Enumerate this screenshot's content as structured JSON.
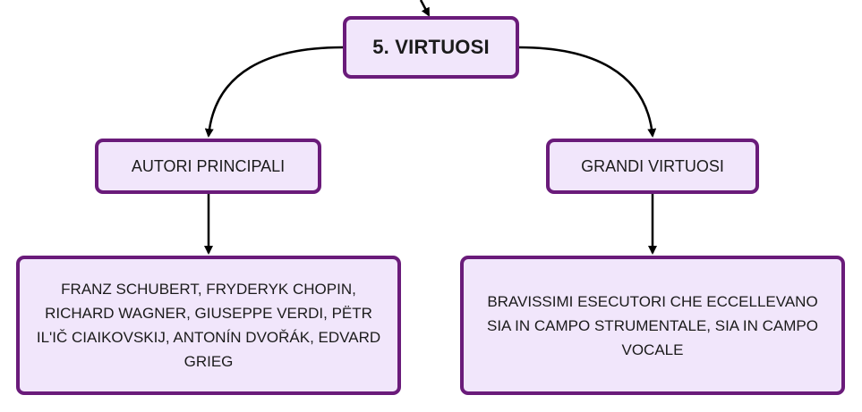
{
  "diagram": {
    "root": {
      "label": "5. VIRTUOSI"
    },
    "left": {
      "label": "AUTORI PRINCIPALI",
      "detail": "FRANZ SCHUBERT, FRYDERYK CHOPIN, RICHARD WAGNER, GIUSEPPE VERDI, PËTR IL'IČ CIAIKOVSKIJ, ANTONÍN DVOŘÁK, EDVARD GRIEG"
    },
    "right": {
      "label": "GRANDI VIRTUOSI",
      "detail": "BRAVISSIMI ESECUTORI CHE ECCELLEVANO SIA IN CAMPO STRUMENTALE, SIA IN CAMPO VOCALE"
    },
    "colors": {
      "border": "#6a1b7a",
      "fill": "#f1e6fb",
      "connector": "#000000"
    }
  }
}
